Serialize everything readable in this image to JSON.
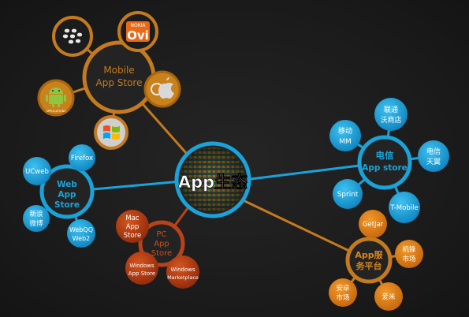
{
  "center": {
    "title": "App生态"
  },
  "hubs": {
    "mobile": {
      "line1": "Mobile",
      "line2": "App Store",
      "children": [
        "blackberry-icon",
        "nokia-ovi-icon",
        "apple-icon",
        "windows-icon",
        "android-icon"
      ],
      "nokia_text_1": "NOKIA",
      "nokia_text_2": "Ovi",
      "android_caption": "APPLICATIONS"
    },
    "web": {
      "line1": "Web",
      "line2": "App",
      "line3": "Store",
      "children": [
        "UCweb",
        "Firefox",
        "新浪",
        "微博",
        "WebQQ",
        "Web2"
      ]
    },
    "pc": {
      "line1": "PC",
      "line2": "App",
      "line3": "Store",
      "children": [
        "Mac",
        "App",
        "Store",
        "Windows",
        "App Store",
        "Windows",
        "Marketplace"
      ]
    },
    "telecom": {
      "line1": "电信",
      "line2": "App store",
      "children": [
        "移动",
        "MM",
        "联通",
        "沃商店",
        "电信",
        "天翼",
        "Sprint",
        "T-Mobile"
      ]
    },
    "service": {
      "line1": "App服",
      "line2": "务平台",
      "children": [
        "GetJar",
        "机锋",
        "市场",
        "安卓",
        "市场",
        "爱米"
      ]
    }
  },
  "colors": {
    "orange": "#c47a1e",
    "blue": "#1aa3d9",
    "brown": "#b8421a",
    "dark_blue": "#1b68a8"
  }
}
